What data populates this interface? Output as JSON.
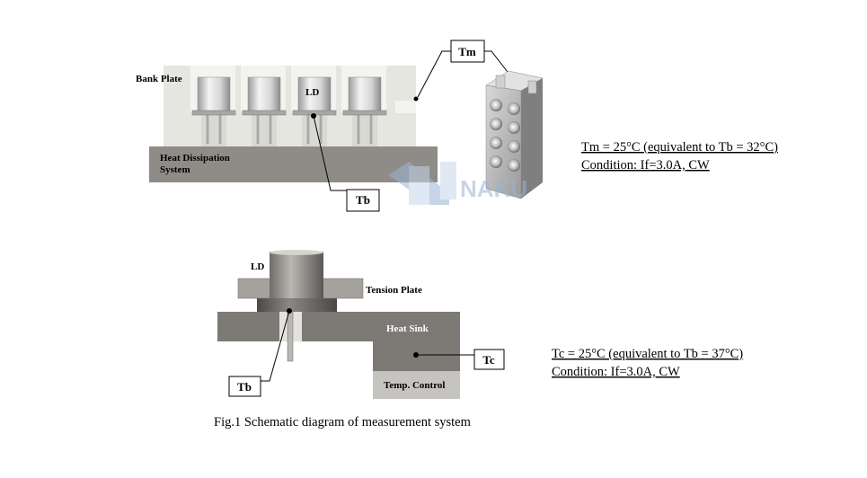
{
  "top_diagram": {
    "bank_plate_label": "Bank Plate",
    "ld_label": "LD",
    "heat_dissipation_line1": "Heat Dissipation",
    "heat_dissipation_line2": "System",
    "tm_box": "Tm",
    "tb_box": "Tb",
    "condition_line1": "Tm = 25°C (equivalent to Tb = 32°C)",
    "condition_line2": "Condition: If=3.0A, CW"
  },
  "bottom_diagram": {
    "ld_label": "LD",
    "tension_plate_label": "Tension Plate",
    "heat_sink_label": "Heat Sink",
    "temp_control_label": "Temp. Control",
    "tb_box": "Tb",
    "tc_box": "Tc",
    "condition_line1": "Tc = 25°C (equivalent to Tb = 37°C)",
    "condition_line2": "Condition: If=3.0A, CW"
  },
  "caption": "Fig.1 Schematic diagram of measurement system",
  "watermark": "NAKU",
  "colors": {
    "bank_plate": "#e6e6e0",
    "heat_dissipation": "#8f8c87",
    "heat_sink": "#7d7a76",
    "temp_control": "#c6c4c0",
    "watermark": "#9bb4d6"
  }
}
